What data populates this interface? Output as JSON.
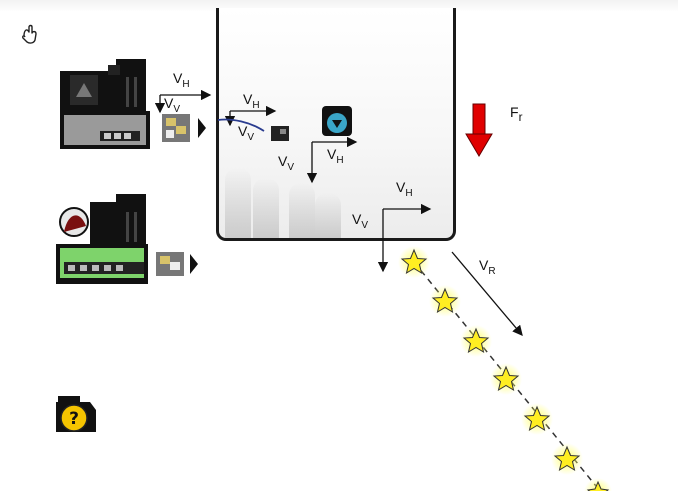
{
  "labels": {
    "vh_main": "V",
    "vh_sub": "H",
    "vv_main": "V",
    "vv_sub": "V",
    "vr_main": "V",
    "vr_sub": "R",
    "fr_main": "F",
    "fr_sub": "r"
  },
  "colors": {
    "force_arrow": "#e00000",
    "machine_dark": "#111111",
    "machine_gray_panel": "#9a9a9a",
    "machine_green_panel": "#7ed36b",
    "star_fill": "#ffee22",
    "star_glow": "#ffff66",
    "trajectory": "#333333",
    "blue_curve": "#2a3c8f",
    "help_badge": "#f5c400"
  },
  "icons": {
    "undo": "undo-hand-icon",
    "help": "help-question-icon",
    "machine_top": "launcher-machine-gray-icon",
    "machine_bottom": "launcher-machine-green-icon",
    "projectile": "box-projectile-icon",
    "target": "target-ball-icon",
    "trajectory_marker": "star-icon"
  }
}
